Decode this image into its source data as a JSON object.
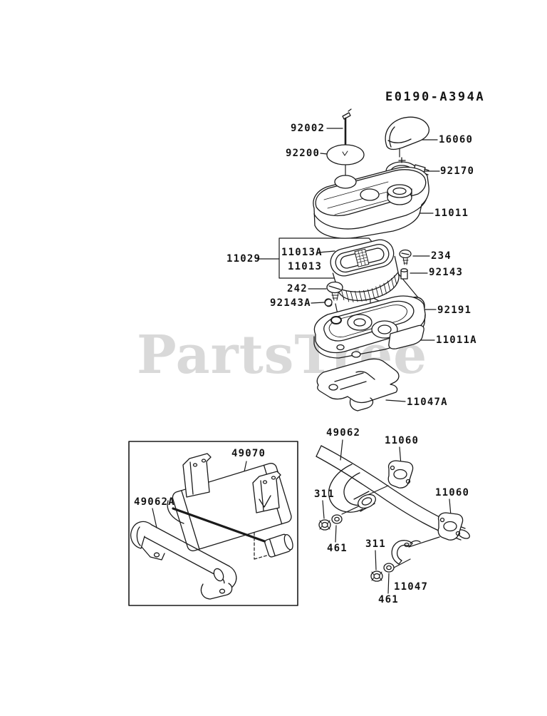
{
  "page": {
    "background": "#ffffff",
    "ink_color": "#1a1a1a",
    "watermark_color": "#d9d9d9"
  },
  "diagram": {
    "code": "E0190-A394A",
    "watermark": "PartsTree"
  },
  "labels": [
    {
      "text": "92002"
    },
    {
      "text": "92200"
    },
    {
      "text": "16060"
    },
    {
      "text": "92170"
    },
    {
      "text": "11011"
    },
    {
      "text": "11029"
    },
    {
      "text": "11013A"
    },
    {
      "text": "11013"
    },
    {
      "text": "234"
    },
    {
      "text": "92143"
    },
    {
      "text": "242"
    },
    {
      "text": "92143A"
    },
    {
      "text": "92191"
    },
    {
      "text": "11011A"
    },
    {
      "text": "11047A"
    },
    {
      "text": "49070"
    },
    {
      "text": "49062A"
    },
    {
      "text": "49062"
    },
    {
      "text": "11060"
    },
    {
      "text": "311"
    },
    {
      "text": "461"
    },
    {
      "text": "11060"
    },
    {
      "text": "311"
    },
    {
      "text": "11047"
    },
    {
      "text": "461"
    }
  ]
}
